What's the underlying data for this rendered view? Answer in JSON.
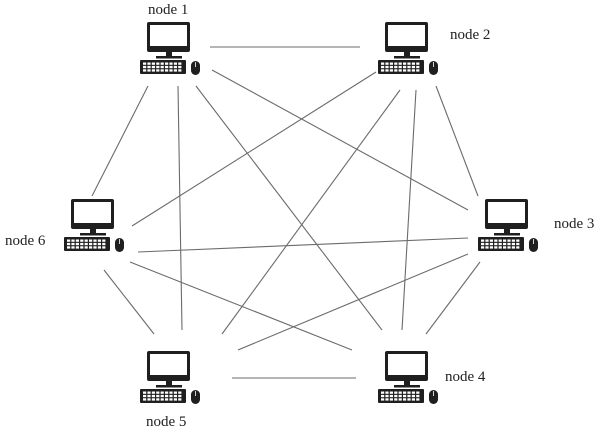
{
  "nodes": [
    {
      "id": "node1",
      "label": "node 1",
      "icon": "computer-icon"
    },
    {
      "id": "node2",
      "label": "node 2",
      "icon": "computer-icon"
    },
    {
      "id": "node3",
      "label": "node 3",
      "icon": "computer-icon"
    },
    {
      "id": "node4",
      "label": "node 4",
      "icon": "computer-icon"
    },
    {
      "id": "node5",
      "label": "node 5",
      "icon": "computer-icon"
    },
    {
      "id": "node6",
      "label": "node 6",
      "icon": "computer-icon"
    }
  ],
  "connections": [
    [
      "node1",
      "node2"
    ],
    [
      "node1",
      "node3"
    ],
    [
      "node1",
      "node4"
    ],
    [
      "node1",
      "node5"
    ],
    [
      "node1",
      "node6"
    ],
    [
      "node2",
      "node3"
    ],
    [
      "node2",
      "node4"
    ],
    [
      "node2",
      "node5"
    ],
    [
      "node2",
      "node6"
    ],
    [
      "node3",
      "node4"
    ],
    [
      "node3",
      "node5"
    ],
    [
      "node3",
      "node6"
    ],
    [
      "node4",
      "node5"
    ],
    [
      "node4",
      "node6"
    ],
    [
      "node5",
      "node6"
    ]
  ],
  "colors": {
    "line": "#6b6b6b",
    "device": "#1f1f1f",
    "screen": "#ffffff"
  }
}
